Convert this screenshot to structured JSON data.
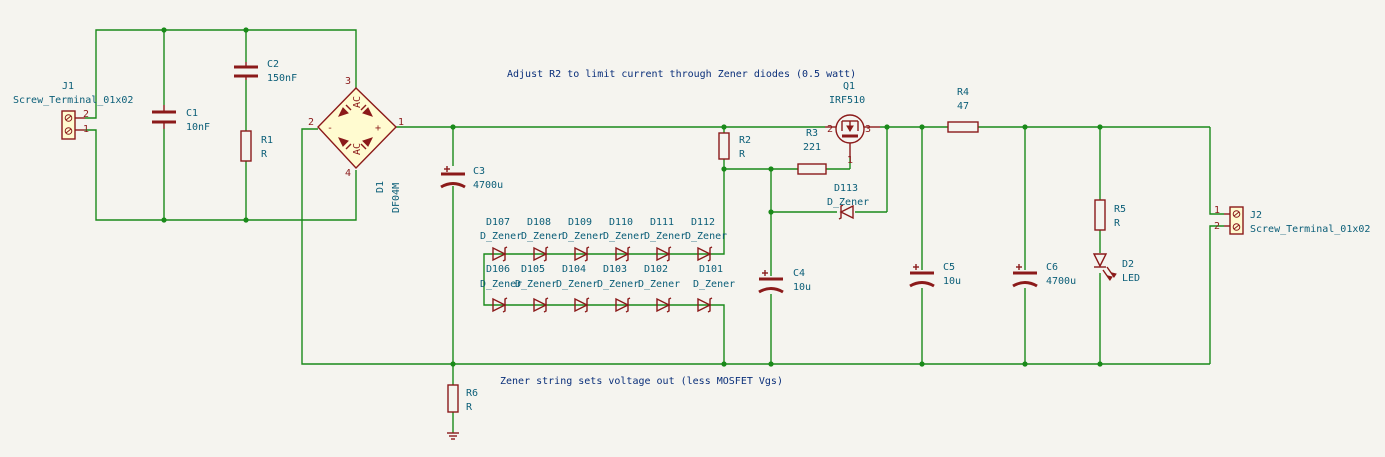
{
  "notes": {
    "top": "Adjust R2 to limit current through Zener diodes (0.5 watt)",
    "bottom": "Zener string sets voltage out (less MOSFET Vgs)"
  },
  "components": {
    "J1": {
      "ref": "J1",
      "value": "Screw_Terminal_01x02",
      "pin1": "1",
      "pin2": "2"
    },
    "J2": {
      "ref": "J2",
      "value": "Screw_Terminal_01x02",
      "pin1": "1",
      "pin2": "2"
    },
    "C1": {
      "ref": "C1",
      "value": "10nF"
    },
    "C2": {
      "ref": "C2",
      "value": "150nF"
    },
    "R1": {
      "ref": "R1",
      "value": "R"
    },
    "D1": {
      "ref": "D1",
      "value": "DF04M",
      "pin1": "1",
      "pin2": "2",
      "pin3": "3",
      "pin4": "4",
      "plus": "+",
      "minus": "-",
      "ac": "AC"
    },
    "C3": {
      "ref": "C3",
      "value": "4700u"
    },
    "R2": {
      "ref": "R2",
      "value": "R"
    },
    "R3": {
      "ref": "R3",
      "value": "221"
    },
    "Q1": {
      "ref": "Q1",
      "value": "IRF510",
      "pin1": "1",
      "pin2": "2",
      "pin3": "3"
    },
    "D113": {
      "ref": "D113",
      "value": "D_Zener"
    },
    "C4": {
      "ref": "C4",
      "value": "10u"
    },
    "R4": {
      "ref": "R4",
      "value": "47"
    },
    "C5": {
      "ref": "C5",
      "value": "10u"
    },
    "C6": {
      "ref": "C6",
      "value": "4700u"
    },
    "R5": {
      "ref": "R5",
      "value": "R"
    },
    "D2": {
      "ref": "D2",
      "value": "LED"
    },
    "R6": {
      "ref": "R6",
      "value": "R"
    }
  },
  "zener_top": [
    {
      "ref": "D107",
      "value": "D_Zener"
    },
    {
      "ref": "D108",
      "value": "D_Zener"
    },
    {
      "ref": "D109",
      "value": "D_Zener"
    },
    {
      "ref": "D110",
      "value": "D_Zener"
    },
    {
      "ref": "D111",
      "value": "D_Zener"
    },
    {
      "ref": "D112",
      "value": "D_Zener"
    }
  ],
  "zener_bottom": [
    {
      "ref": "D106",
      "value": "D_Zener"
    },
    {
      "ref": "D105",
      "value": "D_Zener"
    },
    {
      "ref": "D104",
      "value": "D_Zener"
    },
    {
      "ref": "D103",
      "value": "D_Zener"
    },
    {
      "ref": "D102",
      "value": "D_Zener"
    },
    {
      "ref": "D101",
      "value": "D_Zener"
    }
  ],
  "colors": {
    "wire": "#1a8a1a",
    "component": "#8b1a1a",
    "reference_text": "#0b5e78",
    "note_text": "#0a2f7a",
    "background": "#f5f4ef"
  }
}
